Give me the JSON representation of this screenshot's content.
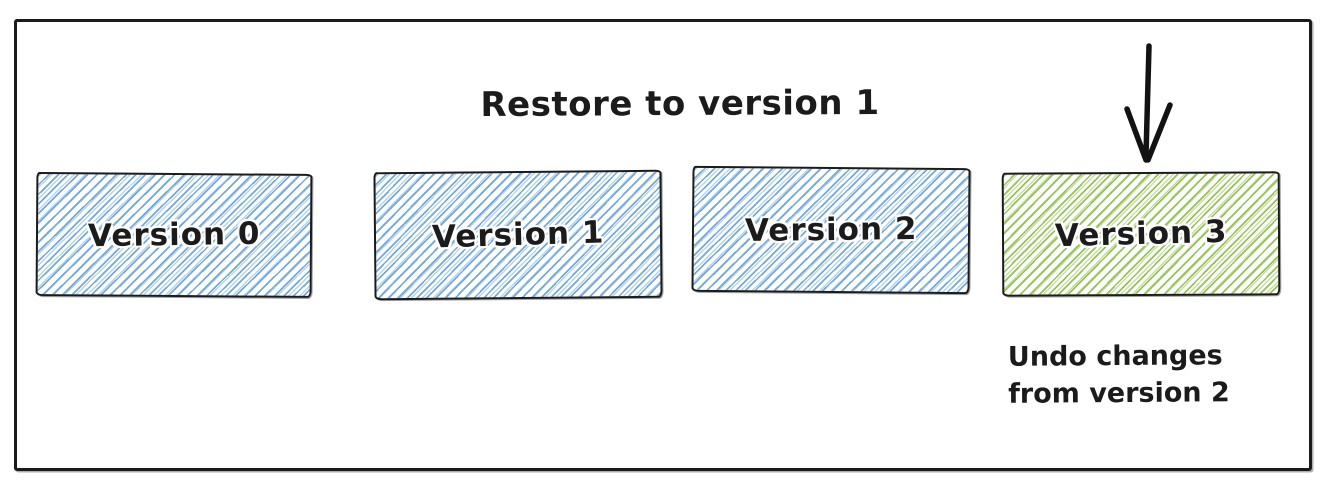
{
  "diagram": {
    "title": "Restore to version 1",
    "boxes": [
      {
        "label": "Version 0",
        "fill": "blue-hatch"
      },
      {
        "label": "Version 1",
        "fill": "blue-hatch"
      },
      {
        "label": "Version 2",
        "fill": "blue-hatch"
      },
      {
        "label": "Version 3",
        "fill": "green-hatch"
      }
    ],
    "annotation": {
      "line1": "Undo changes",
      "line2": "from version 2"
    },
    "arrow": {
      "points_at": "Version 3",
      "direction": "down"
    },
    "colors": {
      "stroke": "#1b1b1b",
      "blue_hatch": "#74a9da",
      "blue_hatch_light": "#b6d4ec",
      "green_hatch": "#94c356",
      "green_hatch_light": "#c6dfa0"
    }
  }
}
